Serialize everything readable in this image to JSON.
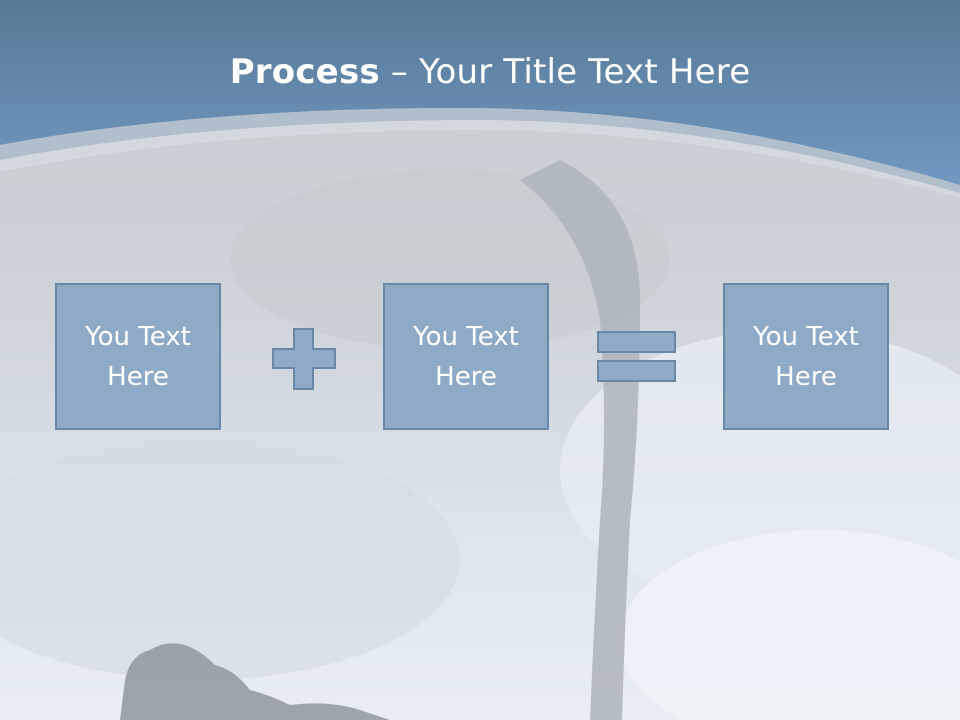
{
  "title": {
    "bold": "Process",
    "rest": " – Your Title Text Here"
  },
  "boxes": [
    {
      "label": "You Text Here"
    },
    {
      "label": "You Text Here"
    },
    {
      "label": "You Text Here"
    }
  ],
  "operators": {
    "plus": "plus-icon",
    "equals": "equals-icon"
  },
  "colors": {
    "header": "#6689b0",
    "box_fill": "#8eaac7",
    "box_border": "#6a87a6"
  }
}
